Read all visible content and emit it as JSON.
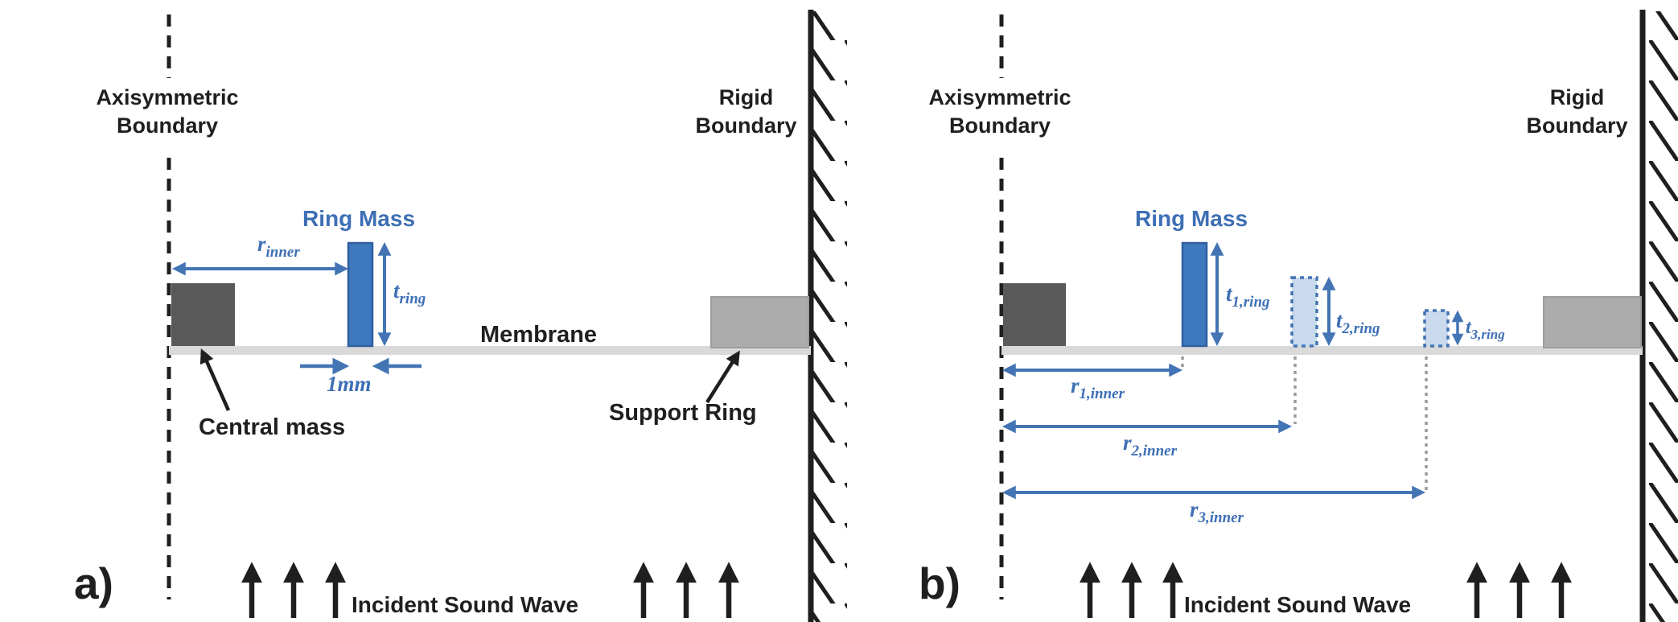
{
  "figure_type": "membrane-acoustic-metamaterial-schematic",
  "colors": {
    "accent_blue": "#3D6FB5",
    "dimension_arrow_blue": "#4374B4",
    "ring_solid_fill": "#3E79BF",
    "ring_solid_border": "#2E5E9E",
    "ring_dashed_fill": "#C9D9EE",
    "central_mass_gray": "#595959",
    "support_ring_gray": "#ACACAC",
    "membrane_gray": "#D9D9D9",
    "guide_dot_gray": "#9A9A9A",
    "line_black": "#1F1F1F"
  },
  "panel_a": {
    "letter": "a)",
    "axisymmetric_line1": "Axisymmetric",
    "axisymmetric_line2": "Boundary",
    "rigid_line1": "Rigid",
    "rigid_line2": "Boundary",
    "ring_mass_label": "Ring Mass",
    "membrane_label": "Membrane",
    "central_mass_label": "Central mass",
    "support_ring_label": "Support Ring",
    "incident_label": "Incident Sound Wave",
    "dims": {
      "r_inner": {
        "base": "r",
        "sub": "inner"
      },
      "t_ring": {
        "base": "t",
        "sub": "ring"
      },
      "ring_width": "1mm"
    }
  },
  "panel_b": {
    "letter": "b)",
    "axisymmetric_line1": "Axisymmetric",
    "axisymmetric_line2": "Boundary",
    "rigid_line1": "Rigid",
    "rigid_line2": "Boundary",
    "ring_mass_label": "Ring Mass",
    "incident_label": "Incident Sound Wave",
    "dims": {
      "r1_inner": {
        "base": "r",
        "sub": "1,inner"
      },
      "r2_inner": {
        "base": "r",
        "sub": "2,inner"
      },
      "r3_inner": {
        "base": "r",
        "sub": "3,inner"
      },
      "t1_ring": {
        "base": "t",
        "sub": "1,ring"
      },
      "t2_ring": {
        "base": "t",
        "sub": "2,ring"
      },
      "t3_ring": {
        "base": "t",
        "sub": "3,ring"
      }
    }
  }
}
